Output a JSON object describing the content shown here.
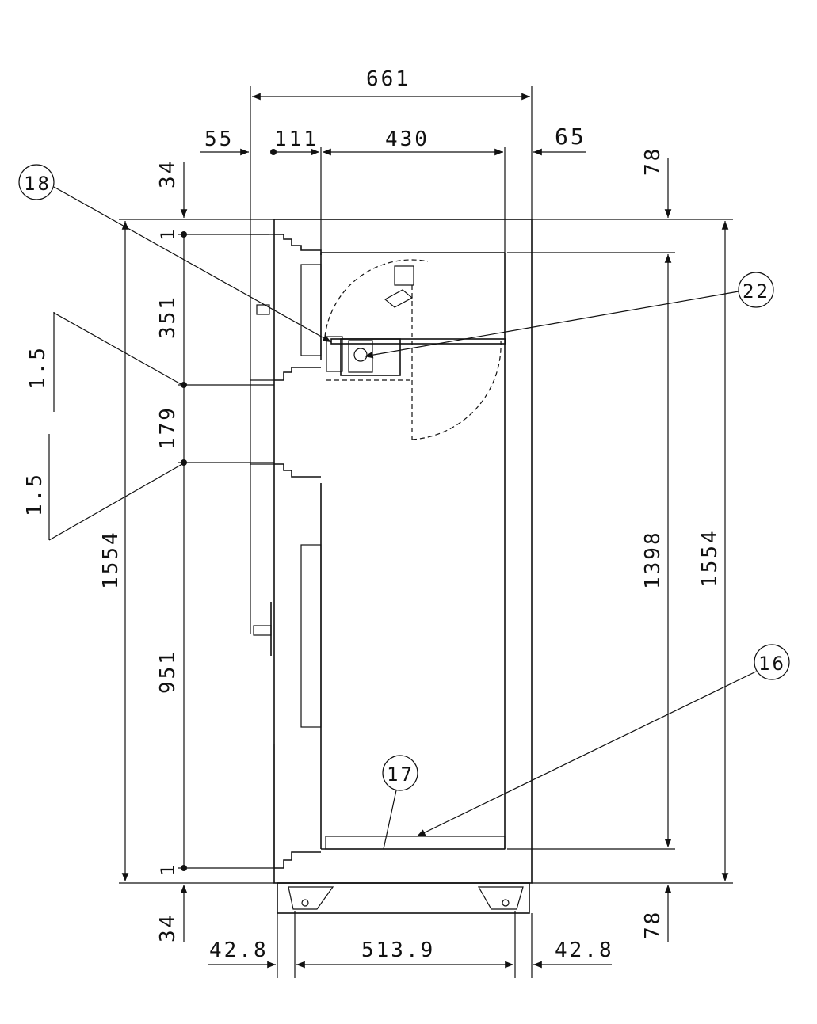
{
  "dimensions": {
    "top_total": "661",
    "top_left_offset": "55",
    "top_mid": "111",
    "top_main": "430",
    "top_right_offset": "65",
    "left_top_margin": "34",
    "left_one_top": "1",
    "left_upper": "351",
    "left_gap": "179",
    "left_lower": "951",
    "left_one_bottom": "1",
    "left_bottom_margin": "34",
    "left_total": "1554",
    "left_slope_upper": "1.5",
    "left_slope_lower": "1.5",
    "right_top_margin": "78",
    "right_inner": "1398",
    "right_total": "1554",
    "right_bottom_margin": "78",
    "bottom_left": "42.8",
    "bottom_main": "513.9",
    "bottom_right": "42.8"
  },
  "callouts": {
    "c18": "18",
    "c22": "22",
    "c16": "16",
    "c17": "17"
  }
}
